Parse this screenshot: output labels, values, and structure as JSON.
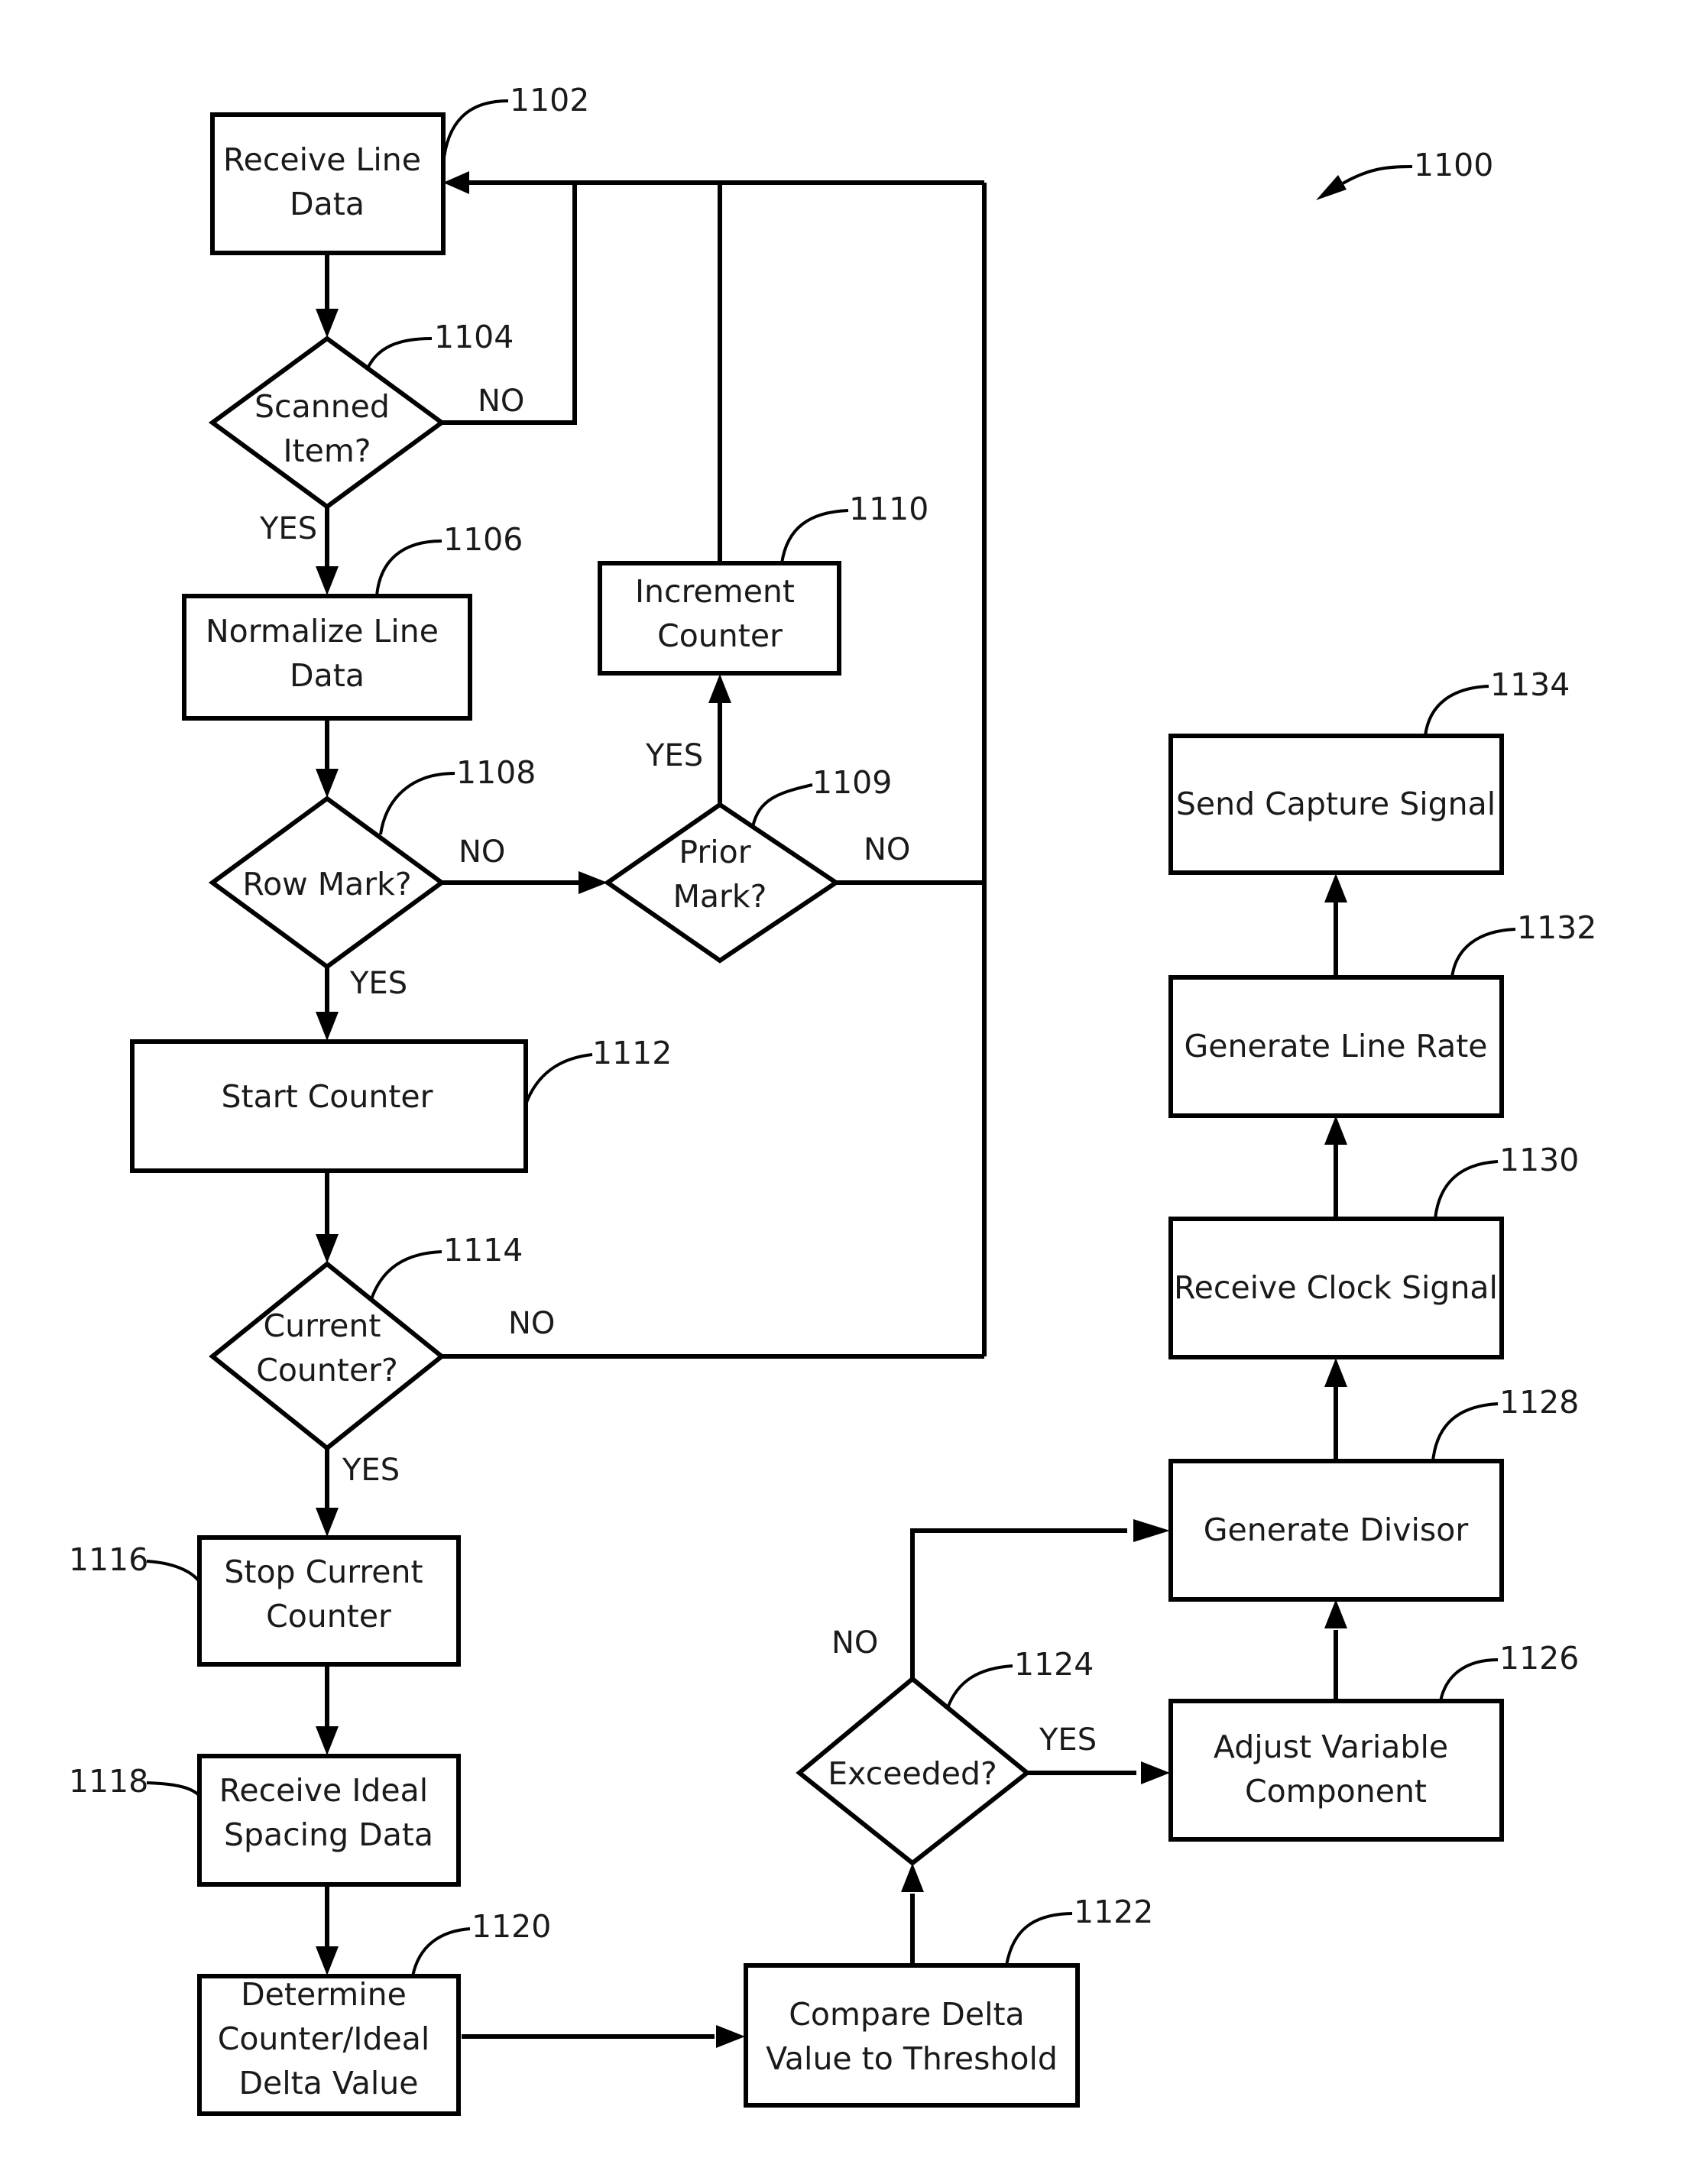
{
  "figure_ref": "1100",
  "nodes": {
    "n1102": {
      "ref": "1102",
      "lines": [
        "Receive Line",
        "Data"
      ]
    },
    "n1104": {
      "ref": "1104",
      "lines": [
        "Scanned",
        "Item?"
      ]
    },
    "n1106": {
      "ref": "1106",
      "lines": [
        "Normalize Line",
        "Data"
      ]
    },
    "n1108": {
      "ref": "1108",
      "lines": [
        "Row Mark?"
      ]
    },
    "n1109": {
      "ref": "1109",
      "lines": [
        "Prior",
        "Mark?"
      ]
    },
    "n1110": {
      "ref": "1110",
      "lines": [
        "Increment",
        "Counter"
      ]
    },
    "n1112": {
      "ref": "1112",
      "lines": [
        "Start Counter"
      ]
    },
    "n1114": {
      "ref": "1114",
      "lines": [
        "Current",
        "Counter?"
      ]
    },
    "n1116": {
      "ref": "1116",
      "lines": [
        "Stop Current",
        "Counter"
      ]
    },
    "n1118": {
      "ref": "1118",
      "lines": [
        "Receive Ideal",
        "Spacing Data"
      ]
    },
    "n1120": {
      "ref": "1120",
      "lines": [
        "Determine",
        "Counter/Ideal",
        "Delta Value"
      ]
    },
    "n1122": {
      "ref": "1122",
      "lines": [
        "Compare Delta",
        "Value to Threshold"
      ]
    },
    "n1124": {
      "ref": "1124",
      "lines": [
        "Exceeded?"
      ]
    },
    "n1126": {
      "ref": "1126",
      "lines": [
        "Adjust Variable",
        "Component"
      ]
    },
    "n1128": {
      "ref": "1128",
      "lines": [
        "Generate Divisor"
      ]
    },
    "n1130": {
      "ref": "1130",
      "lines": [
        "Receive Clock Signal"
      ]
    },
    "n1132": {
      "ref": "1132",
      "lines": [
        "Generate Line Rate"
      ]
    },
    "n1134": {
      "ref": "1134",
      "lines": [
        "Send Capture Signal"
      ]
    }
  },
  "branch_labels": {
    "b1104_no": "NO",
    "b1104_yes": "YES",
    "b1108_no": "NO",
    "b1108_yes": "YES",
    "b1109_yes": "YES",
    "b1109_no": "NO",
    "b1114_no": "NO",
    "b1114_yes": "YES",
    "b1124_no": "NO",
    "b1124_yes": "YES"
  }
}
